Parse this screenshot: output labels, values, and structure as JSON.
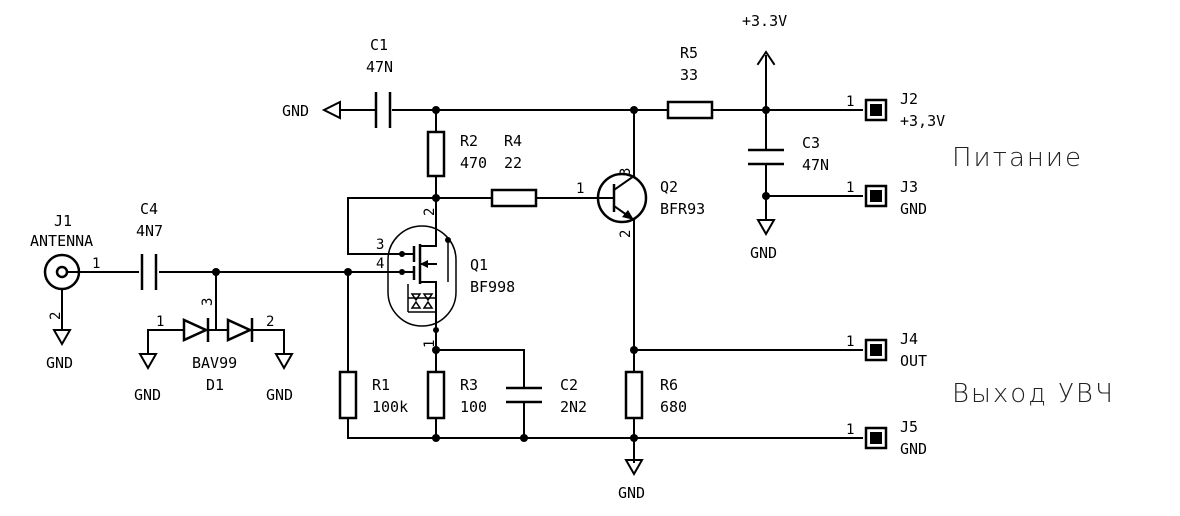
{
  "components": {
    "C1": {
      "ref": "C1",
      "value": "47N"
    },
    "C2": {
      "ref": "C2",
      "value": "2N2"
    },
    "C3": {
      "ref": "C3",
      "value": "47N"
    },
    "C4": {
      "ref": "C4",
      "value": "4N7"
    },
    "R1": {
      "ref": "R1",
      "value": "100k"
    },
    "R2": {
      "ref": "R2",
      "value": "470"
    },
    "R3": {
      "ref": "R3",
      "value": "100"
    },
    "R4": {
      "ref": "R4",
      "value": "22"
    },
    "R5": {
      "ref": "R5",
      "value": "33"
    },
    "R6": {
      "ref": "R6",
      "value": "680"
    },
    "Q1": {
      "ref": "Q1",
      "value": "BF998"
    },
    "Q2": {
      "ref": "Q2",
      "value": "BFR93"
    },
    "D1": {
      "ref": "D1",
      "value": "BAV99"
    },
    "J1": {
      "ref": "J1",
      "value": "ANTENNA"
    },
    "J2": {
      "ref": "J2",
      "value": "+3,3V"
    },
    "J3": {
      "ref": "J3",
      "value": "GND"
    },
    "J4": {
      "ref": "J4",
      "value": "OUT"
    },
    "J5": {
      "ref": "J5",
      "value": "GND"
    }
  },
  "power": {
    "vcc": "+3.3V",
    "gnd": "GND"
  },
  "pins": {
    "p1": "1",
    "p2": "2",
    "p3": "3",
    "p4": "4"
  },
  "notes": {
    "power_section": "Питание",
    "output_section": "Выход УВЧ"
  }
}
